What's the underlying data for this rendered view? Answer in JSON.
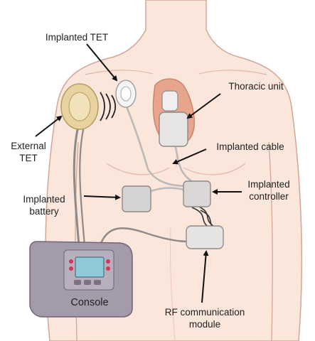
{
  "labels": {
    "implanted_tet": "Implanted TET",
    "thoracic_unit": "Thoracic unit",
    "external_tet_line1": "External",
    "external_tet_line2": "TET",
    "implanted_cable": "Implanted cable",
    "implanted_battery_line1": "Implanted",
    "implanted_battery_line2": "battery",
    "implanted_controller_line1": "Implanted",
    "implanted_controller_line2": "controller",
    "console": "Console",
    "rf_module_line1": "RF communication",
    "rf_module_line2": "module"
  },
  "colors": {
    "background": "#ffffff",
    "skin": "#fbe6dc",
    "skin_outline": "#d4a595",
    "device_gray": "#cfcbcb",
    "tet_tan": "#e8d2a0",
    "console_purple": "#a39aaa",
    "screen": "#8fc8d8",
    "arrow": "#111111"
  }
}
